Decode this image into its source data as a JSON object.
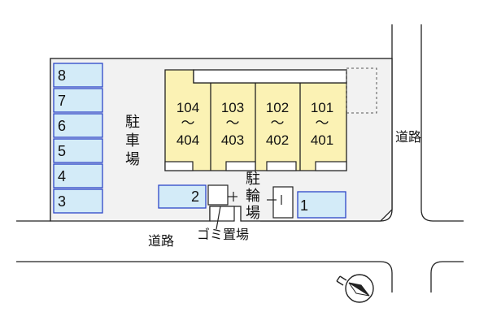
{
  "colors": {
    "lot_fill": "#f2f2f2",
    "building_fill": "#fbf2b4",
    "parking_space_fill": "#d3ebf8",
    "parking_space_border": "#2c46c8",
    "outline": "#222222"
  },
  "parking_spaces_left": [
    {
      "label": "8"
    },
    {
      "label": "7"
    },
    {
      "label": "6"
    },
    {
      "label": "5"
    },
    {
      "label": "4"
    },
    {
      "label": "3"
    }
  ],
  "parking_space_2": {
    "label": "2"
  },
  "parking_space_1": {
    "label": "1"
  },
  "units": [
    {
      "top": "104",
      "range": "～",
      "bottom": "404"
    },
    {
      "top": "103",
      "range": "～",
      "bottom": "403"
    },
    {
      "top": "102",
      "range": "～",
      "bottom": "402"
    },
    {
      "top": "101",
      "range": "～",
      "bottom": "401"
    }
  ],
  "labels": {
    "parking_lot": [
      "駐",
      "車",
      "場"
    ],
    "bicycle_parking": [
      "駐",
      "輪",
      "場"
    ],
    "garbage": "ゴミ置場",
    "road_bottom": "道路",
    "road_right": "道路"
  },
  "compass": {
    "icon": "north-arrow-icon"
  }
}
